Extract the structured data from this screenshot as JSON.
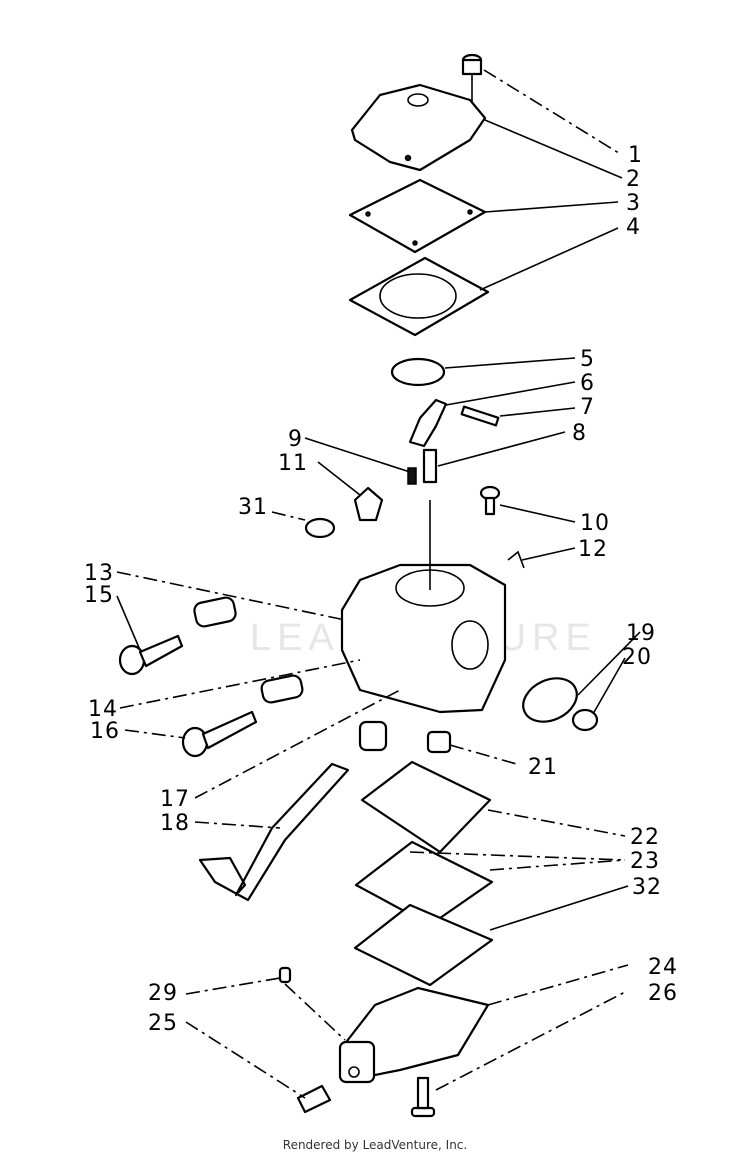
{
  "watermark": "LEADVENTURE",
  "footer": "Rendered by LeadVenture, Inc.",
  "callouts": [
    {
      "id": "1",
      "label": "1"
    },
    {
      "id": "2",
      "label": "2"
    },
    {
      "id": "3",
      "label": "3"
    },
    {
      "id": "4",
      "label": "4"
    },
    {
      "id": "5",
      "label": "5"
    },
    {
      "id": "6",
      "label": "6"
    },
    {
      "id": "7",
      "label": "7"
    },
    {
      "id": "8",
      "label": "8"
    },
    {
      "id": "9",
      "label": "9"
    },
    {
      "id": "10",
      "label": "10"
    },
    {
      "id": "11",
      "label": "11"
    },
    {
      "id": "12",
      "label": "12"
    },
    {
      "id": "13",
      "label": "13"
    },
    {
      "id": "14",
      "label": "14"
    },
    {
      "id": "15",
      "label": "15"
    },
    {
      "id": "16",
      "label": "16"
    },
    {
      "id": "17",
      "label": "17"
    },
    {
      "id": "18",
      "label": "18"
    },
    {
      "id": "19",
      "label": "19"
    },
    {
      "id": "20",
      "label": "20"
    },
    {
      "id": "21",
      "label": "21"
    },
    {
      "id": "22",
      "label": "22"
    },
    {
      "id": "23",
      "label": "23"
    },
    {
      "id": "24",
      "label": "24"
    },
    {
      "id": "25",
      "label": "25"
    },
    {
      "id": "26",
      "label": "26"
    },
    {
      "id": "29",
      "label": "29"
    },
    {
      "id": "31",
      "label": "31"
    },
    {
      "id": "32",
      "label": "32"
    }
  ]
}
